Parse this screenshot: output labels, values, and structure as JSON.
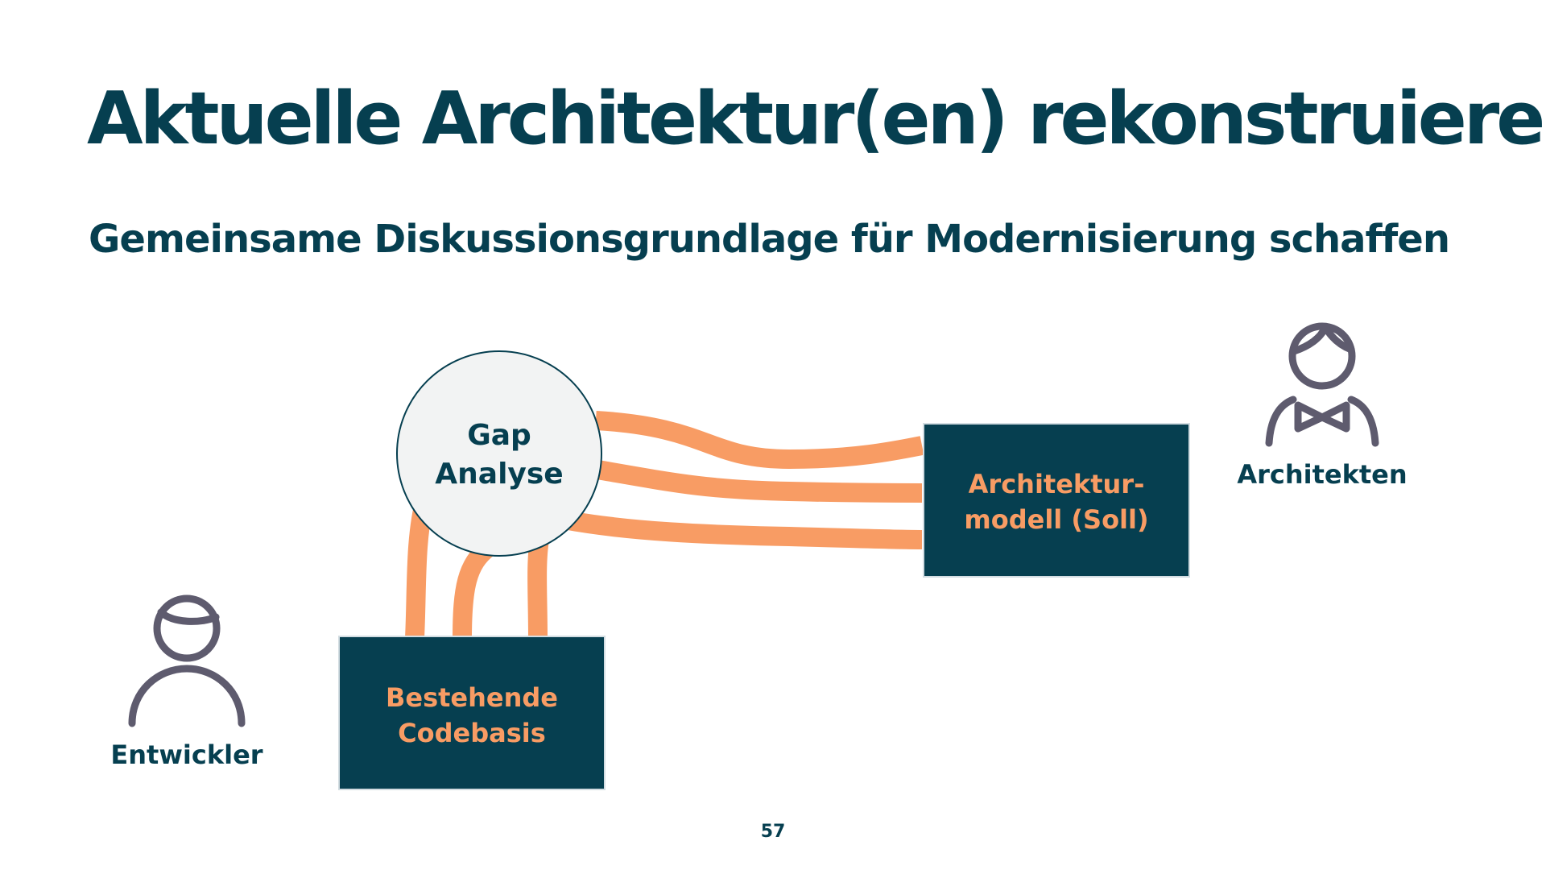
{
  "slide": {
    "title": "Aktuelle Architektur(en) rekonstruieren",
    "subtitle": "Gemeinsame Diskussionsgrundlage für Modernisierung schaffen",
    "page_number": "57"
  },
  "diagram": {
    "gap_analysis": {
      "line1": "Gap",
      "line2": "Analyse"
    },
    "codebase": {
      "line1": "Bestehende",
      "line2": "Codebasis"
    },
    "architecture_model": {
      "line1": "Architektur-",
      "line2": "modell (Soll)"
    },
    "developer": {
      "label": "Entwickler",
      "icon": "developer-person-icon"
    },
    "architect": {
      "label": "Architekten",
      "icon": "architect-person-icon"
    }
  },
  "colors": {
    "navy": "#063f50",
    "orange": "#f89c64",
    "circle_fill": "#f2f3f3",
    "icon_gray": "#5e5b6e",
    "background": "#ffffff"
  }
}
